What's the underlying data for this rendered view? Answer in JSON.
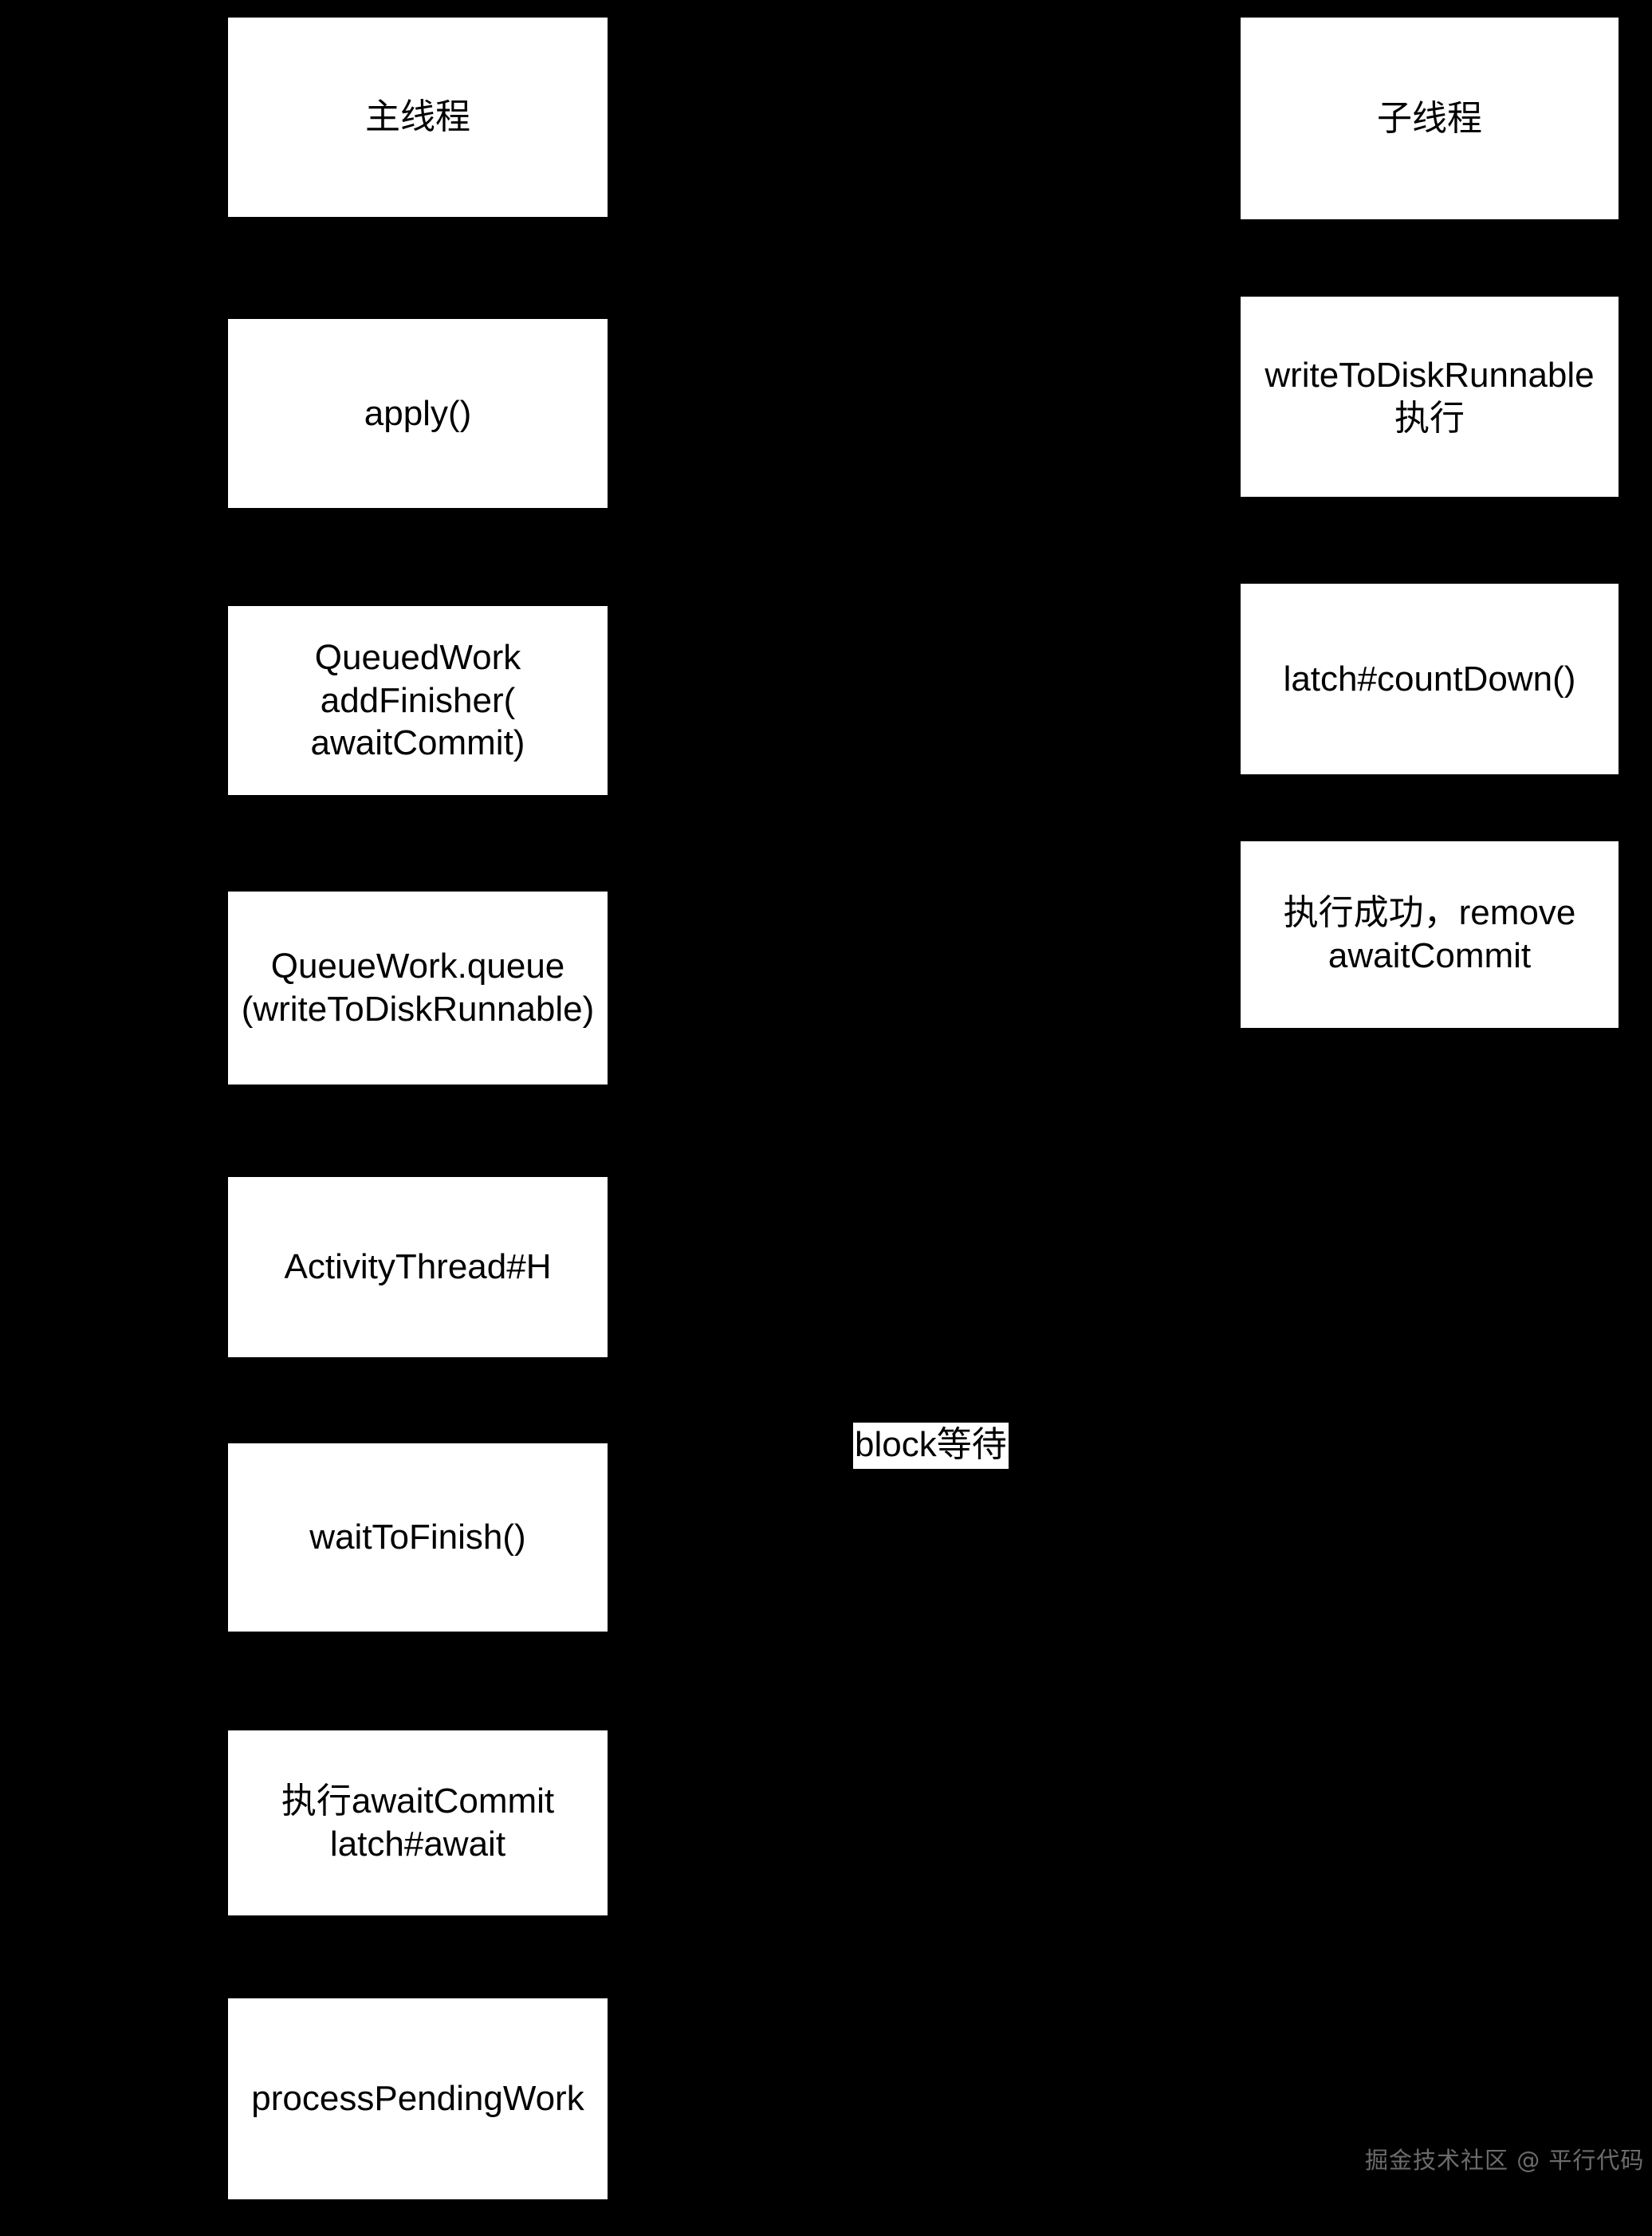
{
  "diagram": {
    "type": "flowchart",
    "background_color": "#000000",
    "node_fill_color": "#ffffff",
    "node_text_color": "#000000",
    "lanes": [
      {
        "id": "main-thread",
        "title": "主线程",
        "nodes": [
          {
            "id": "main-thread-header",
            "label": "主线程"
          },
          {
            "id": "apply",
            "label": "apply()"
          },
          {
            "id": "queued-work-add-finisher",
            "label": "QueuedWork\naddFinisher(\nawaitCommit)"
          },
          {
            "id": "queue-work-queue",
            "label": "QueueWork.queue\n(writeToDiskRunnable)"
          },
          {
            "id": "activity-thread-h",
            "label": "ActivityThread#H"
          },
          {
            "id": "wait-to-finish",
            "label": "waitToFinish()"
          },
          {
            "id": "await-commit-latch-await",
            "label": "执行awaitCommit\nlatch#await"
          },
          {
            "id": "process-pending-work",
            "label": "processPendingWork"
          }
        ]
      },
      {
        "id": "child-thread",
        "title": "子线程",
        "nodes": [
          {
            "id": "child-thread-header",
            "label": "子线程"
          },
          {
            "id": "write-to-disk-runnable-run",
            "label": "writeToDiskRunnable\n执行"
          },
          {
            "id": "latch-count-down",
            "label": "latch#countDown()"
          },
          {
            "id": "remove-await-commit",
            "label": "执行成功，remove\nawaitCommit"
          }
        ]
      }
    ],
    "annotations": [
      {
        "id": "block-wait",
        "label": "block等待"
      }
    ]
  },
  "watermark": {
    "text": "掘金技术社区 @ 平行代码"
  }
}
